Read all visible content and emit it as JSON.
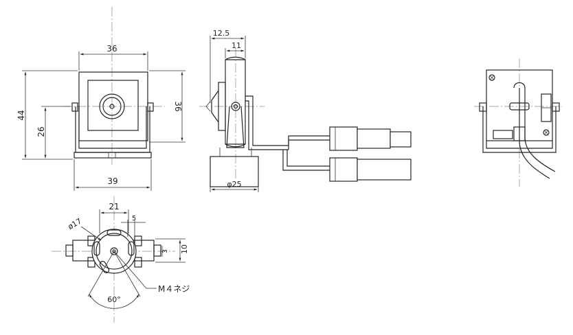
{
  "front_view": {
    "dim_top": "36",
    "dim_left": "44",
    "dim_inner_left": "26",
    "dim_right": "36",
    "dim_bottom": "39"
  },
  "side_view": {
    "dim_top": "12.5",
    "dim_second": "11",
    "dim_base": "φ25"
  },
  "bottom_view": {
    "dim_width": "21",
    "dim_slot": "5",
    "dim_diameter": "ø17",
    "dim_height": "10",
    "dim_small": "3",
    "dim_angle": "60°",
    "screw_label": "M４ネジ"
  }
}
